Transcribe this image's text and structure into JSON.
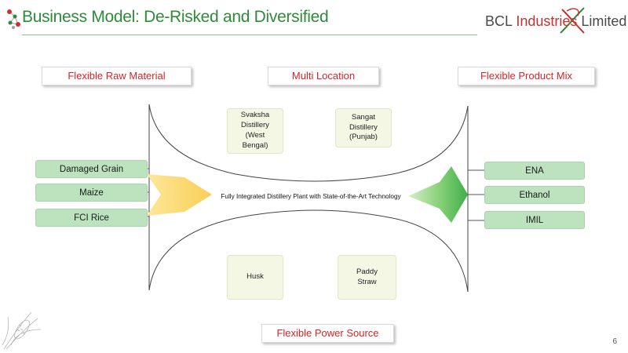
{
  "header": {
    "title": "Business Model: De-Risked and Diversified",
    "brand": {
      "part1": "BCL ",
      "part2": "Industries",
      "part3": " Limited"
    }
  },
  "sections": {
    "raw_material": "Flexible Raw Material",
    "location": "Multi Location",
    "product_mix": "Flexible Product Mix",
    "power_source": "Flexible Power Source"
  },
  "raw_materials": [
    "Damaged Grain",
    "Maize",
    "FCI Rice"
  ],
  "products": [
    "ENA",
    "Ethanol",
    "IMIL"
  ],
  "locations": [
    "Svaksha\nDistillery\n(West\nBengal)",
    "Sangat\nDistillery\n(Punjab)"
  ],
  "power_sources": [
    "Husk",
    "Paddy\nStraw"
  ],
  "center_label": "Fully Integrated Distillery Plant with State-of-the-Art Technology",
  "page_number": "6",
  "colors": {
    "title_green": "#2e8b3a",
    "accent_red": "#d1262a",
    "box_green": "#bde3be",
    "arrow_yellow": "#fbd76a",
    "arrow_green": "#5cb85c"
  }
}
